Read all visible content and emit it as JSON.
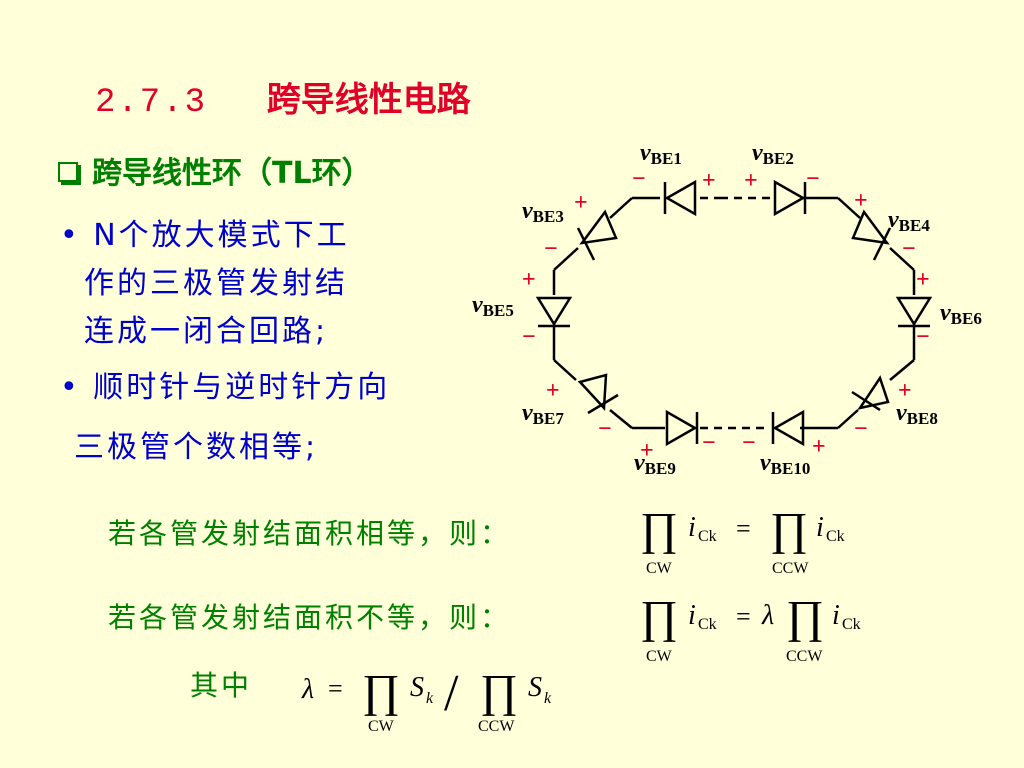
{
  "title": {
    "number": "2.7.3",
    "text": "跨导线性电路"
  },
  "subtitle": "跨导线性环（TL环）",
  "bullets": [
    {
      "line1": "• N个放大模式下工",
      "line2": "作的三极管发射结",
      "line3": "连成一闭合回路;"
    },
    {
      "line1": "• 顺时针与逆时针方向",
      "line2": "三极管个数相等;"
    }
  ],
  "circuit": {
    "labels": [
      "BE1",
      "BE2",
      "BE3",
      "BE4",
      "BE5",
      "BE6",
      "BE7",
      "BE8",
      "BE9",
      "BE10"
    ],
    "v": "v",
    "plus": "+",
    "minus": "−"
  },
  "equal_area": {
    "text": "若各管发射结面积相等，则：",
    "prod": "∏",
    "i": "i",
    "ck_sub": "Ck",
    "eq": "=",
    "cw": "CW",
    "ccw": "CCW"
  },
  "unequal_area": {
    "text": "若各管发射结面积不等，则：",
    "lambda": "λ"
  },
  "where": {
    "text": "其中",
    "s": "S",
    "k": "k",
    "slash": "/"
  },
  "colors": {
    "red": "#e0002a",
    "green": "#008000",
    "blue": "#0000cc",
    "bg": "#ffffd9"
  }
}
